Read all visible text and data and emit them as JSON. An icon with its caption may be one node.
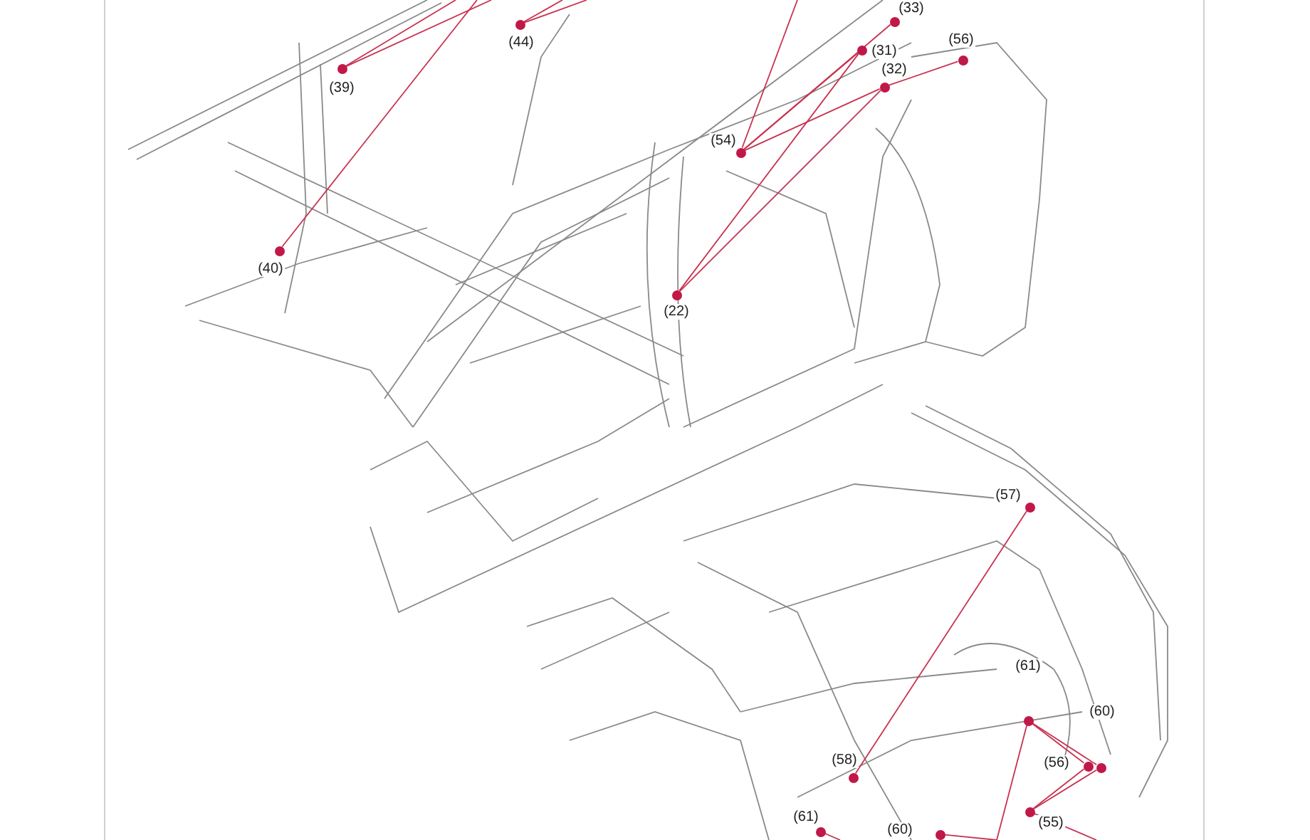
{
  "diagram": {
    "nodes": [
      {
        "text": [],
        "shape": "circle",
        "beside": [
          "(39)"
        ]
      },
      {
        "text": [],
        "shape": "circle",
        "beside": [
          "(44)"
        ]
      },
      {
        "text": [],
        "shape": "circle",
        "beside": [
          "(40)"
        ]
      },
      {
        "text": [],
        "shape": "circle",
        "beside": [
          "(33)"
        ]
      },
      {
        "text": [],
        "shape": "circle",
        "beside": [
          "(31)"
        ]
      },
      {
        "text": [],
        "shape": "circle",
        "beside": [
          "(32)"
        ]
      },
      {
        "text": [],
        "shape": "circle",
        "beside": [
          "(56)"
        ]
      },
      {
        "text": [],
        "shape": "circle",
        "beside": [
          "(54)"
        ]
      },
      {
        "text": [],
        "shape": "circle",
        "beside": [
          "(22)"
        ]
      },
      {
        "text": [],
        "shape": "circle",
        "beside": [
          "(57)"
        ]
      },
      {
        "text": [],
        "shape": "circle",
        "beside": [
          "(61)"
        ]
      },
      {
        "text": [],
        "shape": "circle",
        "beside": [
          "(60)"
        ]
      },
      {
        "text": [],
        "shape": "circle",
        "beside": [
          "(56)"
        ]
      },
      {
        "text": [],
        "shape": "circle",
        "beside": [
          "(58)"
        ]
      },
      {
        "text": [],
        "shape": "circle",
        "beside": [
          "(61)"
        ]
      },
      {
        "text": [],
        "shape": "circle",
        "beside": [
          "(60)"
        ]
      },
      {
        "text": [],
        "shape": "circle",
        "beside": [
          "(55)"
        ]
      }
    ],
    "edges": [
      {
        "from": null,
        "to": 0,
        "arrow": "none"
      },
      {
        "from": null,
        "to": 0,
        "arrow": "none"
      },
      {
        "from": null,
        "to": 1,
        "arrow": "none"
      },
      {
        "from": null,
        "to": 1,
        "arrow": "none"
      },
      {
        "from": null,
        "to": 2,
        "arrow": "none"
      },
      {
        "from": 7,
        "to": 4,
        "arrow": "none"
      },
      {
        "from": 7,
        "to": 5,
        "arrow": "none"
      },
      {
        "from": 7,
        "to": 3,
        "arrow": "none"
      },
      {
        "from": 8,
        "to": 4,
        "arrow": "none"
      },
      {
        "from": 8,
        "to": 5,
        "arrow": "none"
      },
      {
        "from": 5,
        "to": 6,
        "arrow": "none"
      },
      {
        "from": null,
        "to": 7,
        "arrow": "none"
      },
      {
        "from": 9,
        "to": 13,
        "arrow": "none"
      },
      {
        "from": 10,
        "to": 12,
        "arrow": "none"
      },
      {
        "from": 10,
        "to": 11,
        "arrow": "none"
      },
      {
        "from": 16,
        "to": 11,
        "arrow": "none"
      },
      {
        "from": 16,
        "to": 12,
        "arrow": "none"
      },
      {
        "from": null,
        "to": 10,
        "arrow": "none"
      },
      {
        "from": null,
        "to": 16,
        "arrow": "none"
      },
      {
        "from": null,
        "to": 14,
        "arrow": "none"
      },
      {
        "from": null,
        "to": 15,
        "arrow": "none"
      }
    ]
  }
}
